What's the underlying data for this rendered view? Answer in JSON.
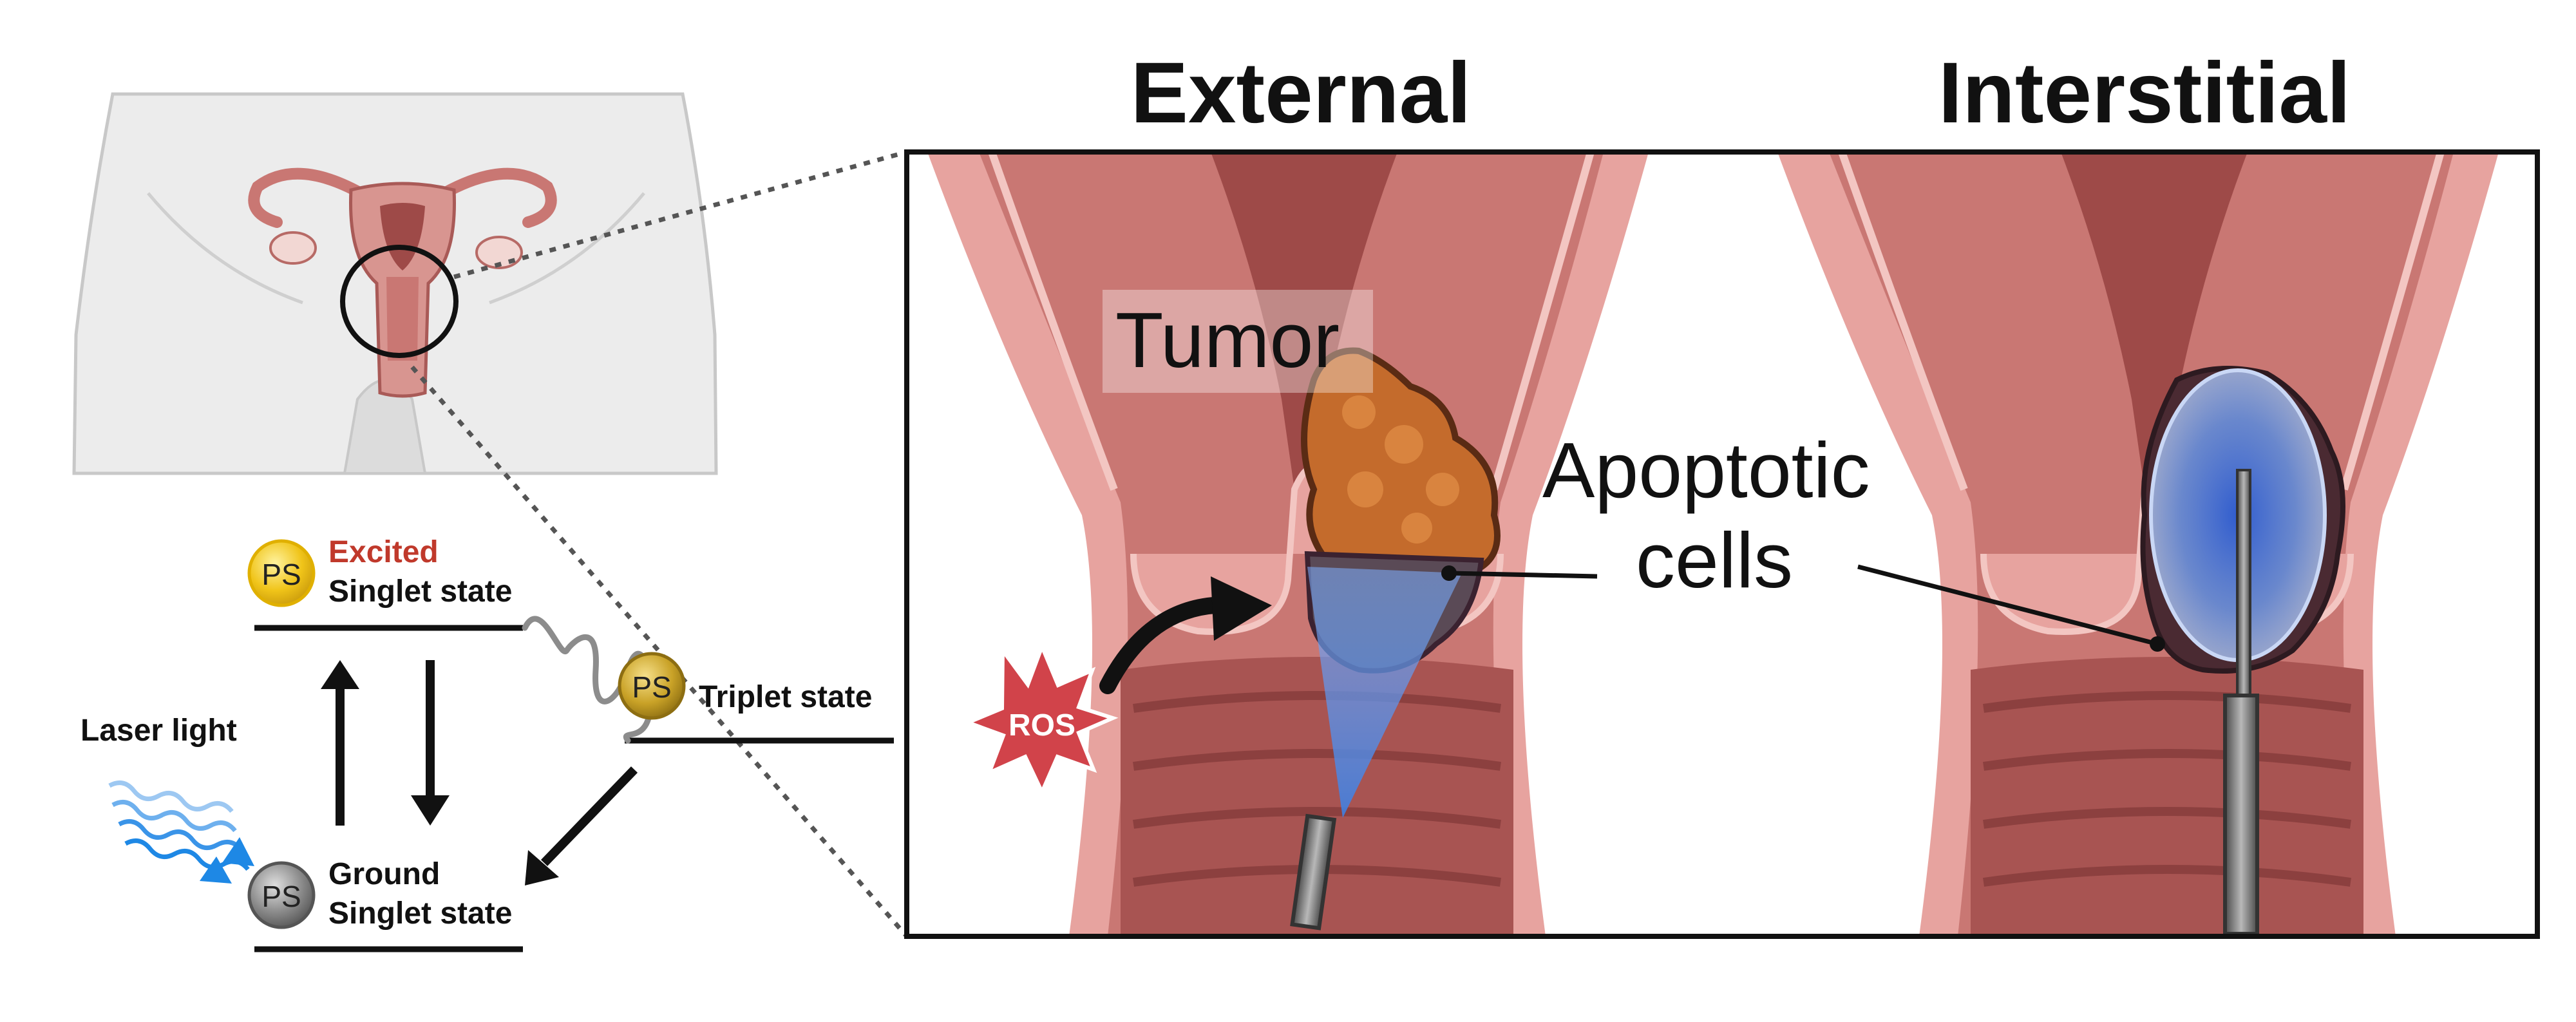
{
  "panels": {
    "external_title": "External",
    "interstitial_title": "Interstitial"
  },
  "labels": {
    "tumor": "Tumor",
    "apoptotic_line1": "Apoptotic",
    "apoptotic_line2": "cells",
    "ros": "ROS"
  },
  "jablonski": {
    "ps": "PS",
    "excited_word": "Excited",
    "excited_state": "Singlet state",
    "triplet_state": "Triplet state",
    "ground_word": "Ground",
    "ground_state": "Singlet state",
    "laser": "Laser light"
  },
  "colors": {
    "tissue_light": "#e7a39f",
    "tissue_mid": "#c97773",
    "tissue_dark": "#9e4a48",
    "tumor": "#c46b2c",
    "ps_yellow": "#f0c419",
    "ps_triplet": "#c9a227",
    "ps_ground": "#8a8a8a",
    "excited_red": "#c0392b",
    "laser_blue": "#1e88e5",
    "light_cone": "#3f7fe0",
    "ros_red": "#d1434a"
  }
}
